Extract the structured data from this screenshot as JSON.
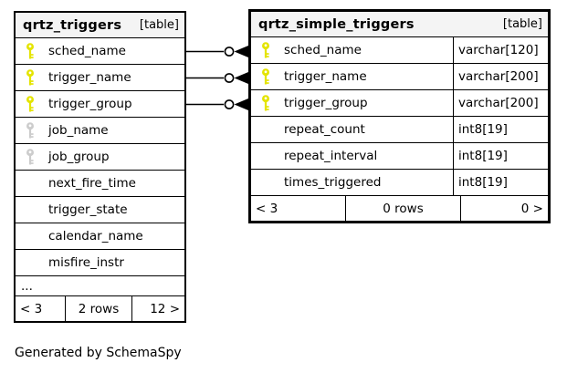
{
  "diagram": {
    "generator_note": "Generated by SchemaSpy"
  },
  "colors": {
    "primary_key": "#e4e400",
    "index_key": "#cccccc",
    "header_bg": "#f4f4f4",
    "border_color": "#000000"
  },
  "tables": [
    {
      "name": "qrtz_triggers",
      "type_label": "[table]",
      "columns": [
        {
          "name": "sched_name",
          "key": "primary"
        },
        {
          "name": "trigger_name",
          "key": "primary"
        },
        {
          "name": "trigger_group",
          "key": "primary"
        },
        {
          "name": "job_name",
          "key": "index"
        },
        {
          "name": "job_group",
          "key": "index"
        },
        {
          "name": "next_fire_time",
          "key": ""
        },
        {
          "name": "trigger_state",
          "key": ""
        },
        {
          "name": "calendar_name",
          "key": ""
        },
        {
          "name": "misfire_instr",
          "key": ""
        }
      ],
      "ellipsis": "...",
      "footer": {
        "left": "< 3",
        "center": "2 rows",
        "right": "12 >"
      }
    },
    {
      "name": "qrtz_simple_triggers",
      "type_label": "[table]",
      "columns": [
        {
          "name": "sched_name",
          "type": "varchar[120]",
          "key": "primary"
        },
        {
          "name": "trigger_name",
          "type": "varchar[200]",
          "key": "primary"
        },
        {
          "name": "trigger_group",
          "type": "varchar[200]",
          "key": "primary"
        },
        {
          "name": "repeat_count",
          "type": "int8[19]",
          "key": ""
        },
        {
          "name": "repeat_interval",
          "type": "int8[19]",
          "key": ""
        },
        {
          "name": "times_triggered",
          "type": "int8[19]",
          "key": ""
        }
      ],
      "footer": {
        "left": "< 3",
        "center": "0 rows",
        "right": "0 >"
      }
    }
  ],
  "relationships": [
    {
      "from": "qrtz_triggers.sched_name",
      "to": "qrtz_simple_triggers.sched_name"
    },
    {
      "from": "qrtz_triggers.trigger_name",
      "to": "qrtz_simple_triggers.trigger_name"
    },
    {
      "from": "qrtz_triggers.trigger_group",
      "to": "qrtz_simple_triggers.trigger_group"
    }
  ]
}
